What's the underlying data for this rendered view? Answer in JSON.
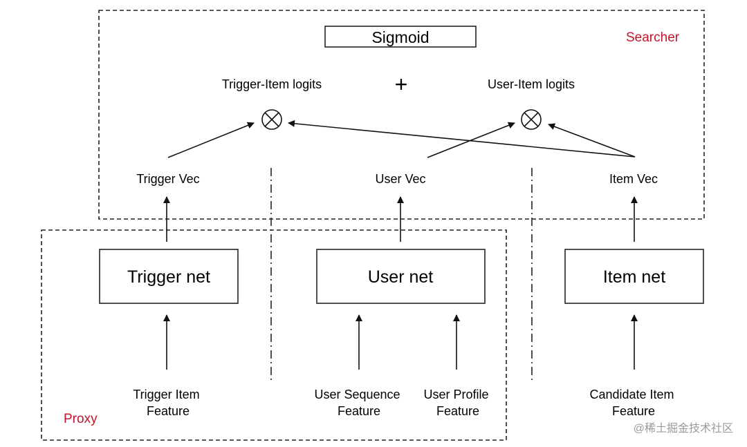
{
  "regions": {
    "searcher": {
      "label": "Searcher",
      "color": "#c0152a"
    },
    "proxy": {
      "label": "Proxy",
      "color": "#c0152a"
    }
  },
  "sigmoid": {
    "label": "Sigmoid"
  },
  "logits": {
    "trigger_item": "Trigger-Item logits",
    "user_item": "User-Item logits",
    "plus": "+",
    "multiply": "⊗"
  },
  "vectors": {
    "trigger": "Trigger Vec",
    "user": "User Vec",
    "item": "Item Vec"
  },
  "nets": {
    "trigger": "Trigger net",
    "user": "User net",
    "item": "Item net"
  },
  "features": {
    "trigger_item": [
      "Trigger Item",
      "Feature"
    ],
    "user_sequence": [
      "User Sequence",
      "Feature"
    ],
    "user_profile": [
      "User Profile",
      "Feature"
    ],
    "candidate_item": [
      "Candidate Item",
      "Feature"
    ]
  },
  "watermark": "@稀土掘金技术社区"
}
